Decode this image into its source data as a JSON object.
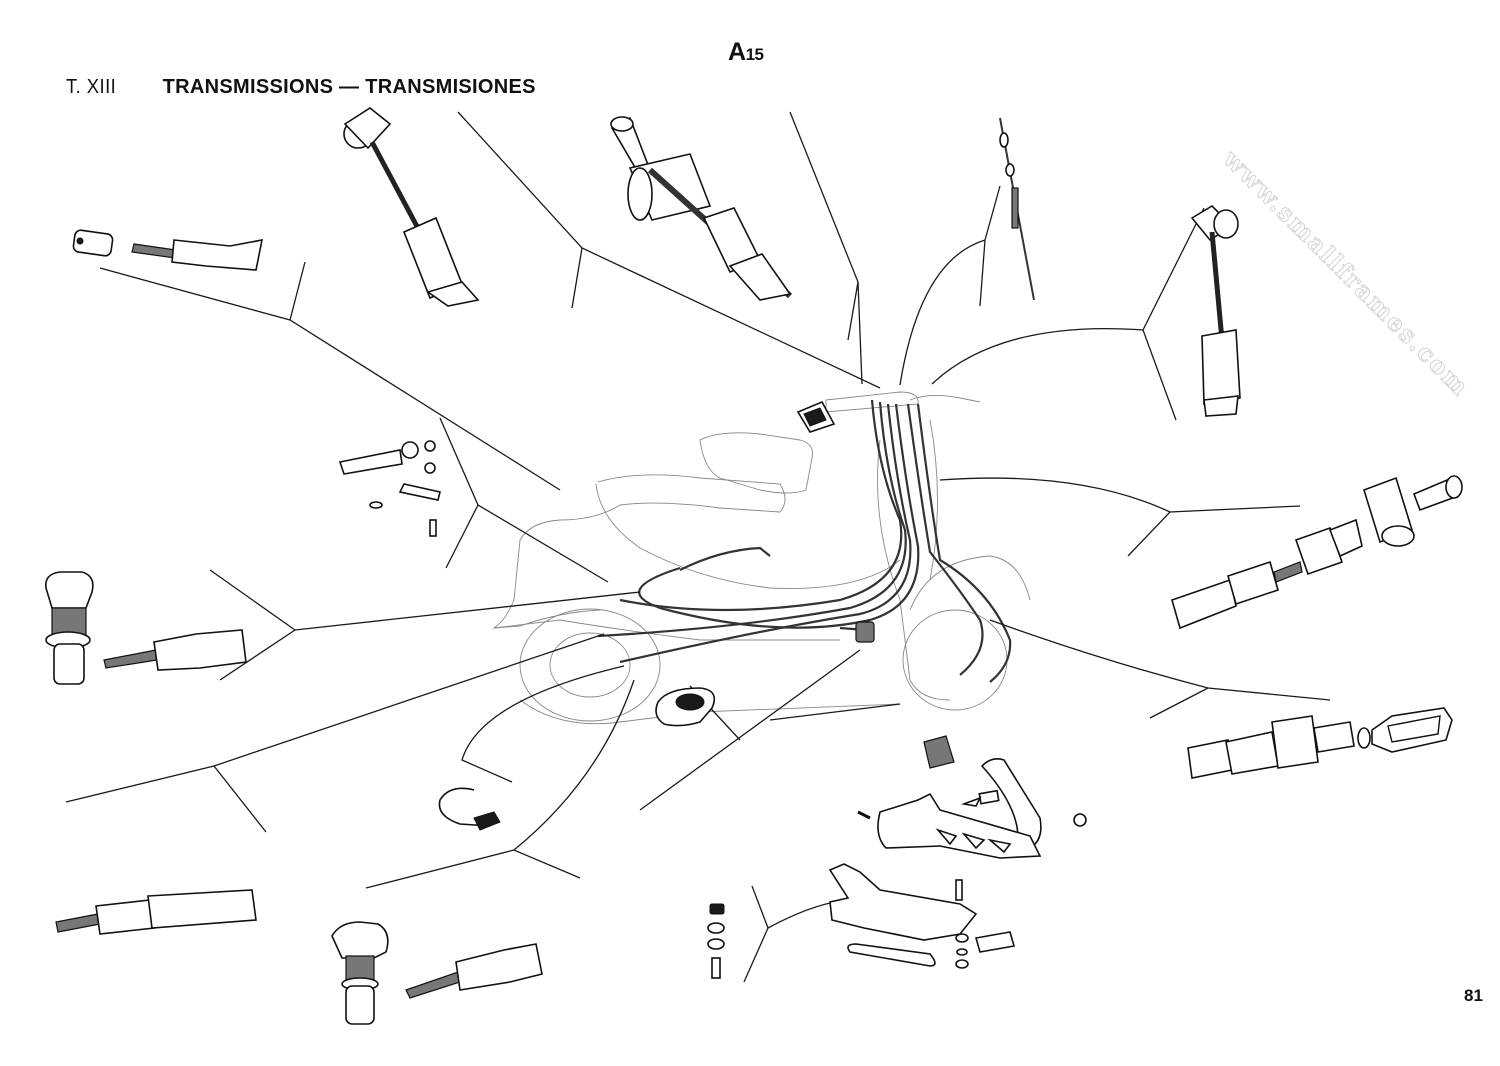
{
  "page": {
    "plate_code": "A",
    "plate_code_sub": "15",
    "table_number": "T.  XIII",
    "title": "TRANSMISSIONS — TRANSMISIONES",
    "page_number": "81",
    "watermark": "www.smallframes.com"
  },
  "diagram": {
    "subject": "scooter-control-cables-exploded-view",
    "parts": [
      {
        "id": "cable-end-nipple-top-left",
        "icon": "cable-nipple-icon"
      },
      {
        "id": "cable-adjuster-barrel-top",
        "icon": "barrel-nipple-icon"
      },
      {
        "id": "cable-adjuster-double-barrel-top",
        "icon": "double-barrel-nipple-icon"
      },
      {
        "id": "speedometer-cable-top",
        "icon": "speedo-cable-icon"
      },
      {
        "id": "cable-barrel-top-right",
        "icon": "barrel-nipple-icon"
      },
      {
        "id": "choke-lever-kit",
        "icon": "lever-kit-icon"
      },
      {
        "id": "cable-clip",
        "icon": "clip-icon"
      },
      {
        "id": "adjuster-screw-left",
        "icon": "adjuster-screw-icon"
      },
      {
        "id": "adjuster-assembly-right",
        "icon": "adjuster-assembly-icon"
      },
      {
        "id": "grommet",
        "icon": "grommet-icon"
      },
      {
        "id": "cable-clamp-ring",
        "icon": "clamp-ring-icon"
      },
      {
        "id": "cable-end-loop-right",
        "icon": "loop-end-icon"
      },
      {
        "id": "brake-pedal-assembly",
        "icon": "pedal-icon"
      },
      {
        "id": "cable-sheath-bottom-left",
        "icon": "sheath-icon"
      },
      {
        "id": "adjuster-screw-bottom",
        "icon": "adjuster-screw-icon"
      }
    ]
  }
}
